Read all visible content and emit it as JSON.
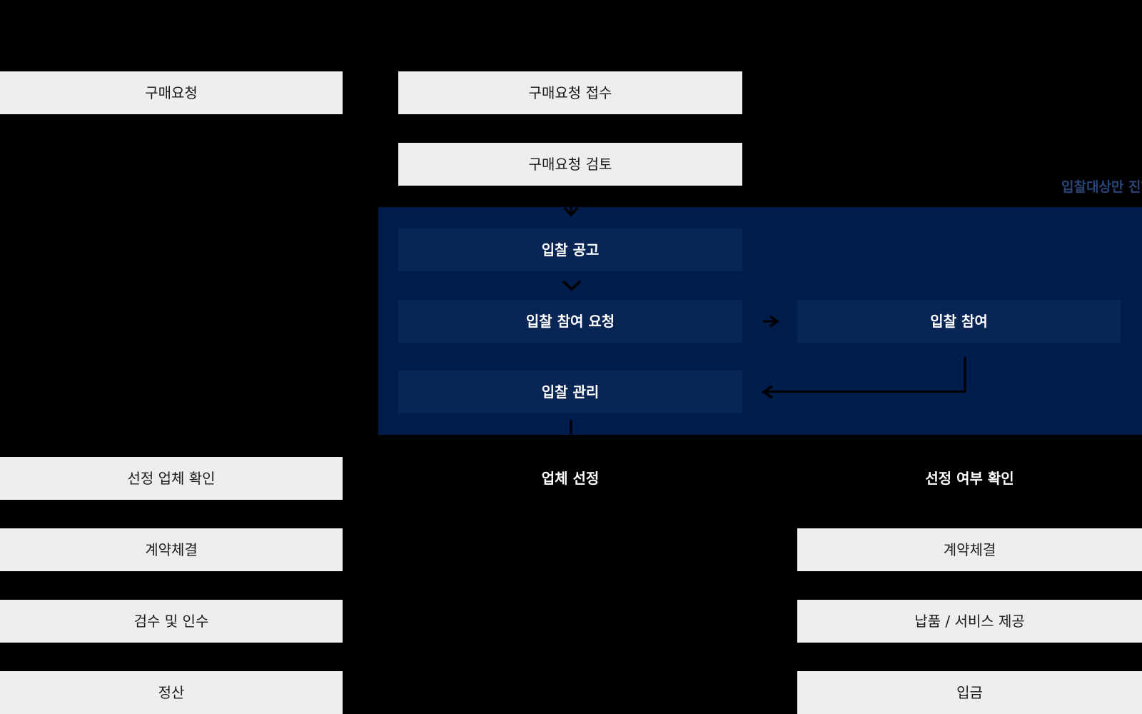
{
  "palette": {
    "background": "#000000",
    "gray_box": "#eeeeee",
    "gray_box_text": "#1a1a1a",
    "bidding_panel": "#001c4b",
    "bidding_box": "#082554",
    "white_text": "#ffffff",
    "annotation_blue": "#2a4577",
    "arrow": "#000000"
  },
  "annotation": {
    "bid_targets_only": "입찰대상만 진행"
  },
  "rows": {
    "request": {
      "left": "구매요청",
      "center": "구매요청 접수"
    },
    "review": {
      "center": "구매요청 검토"
    },
    "bidding": {
      "announcement": "입찰 공고",
      "participation_request": "입찰 참여 요청",
      "participation": "입찰 참여",
      "management": "입찰 관리"
    },
    "selection": {
      "left": "선정 업체 확인",
      "center": "업체 선정",
      "right": "선정 여부 확인"
    },
    "contract": {
      "left": "계약체결",
      "right": "계약체결"
    },
    "delivery": {
      "left": "검수 및 인수",
      "right": "납품 / 서비스 제공"
    },
    "settlement": {
      "left": "정산",
      "right": "입금"
    }
  }
}
